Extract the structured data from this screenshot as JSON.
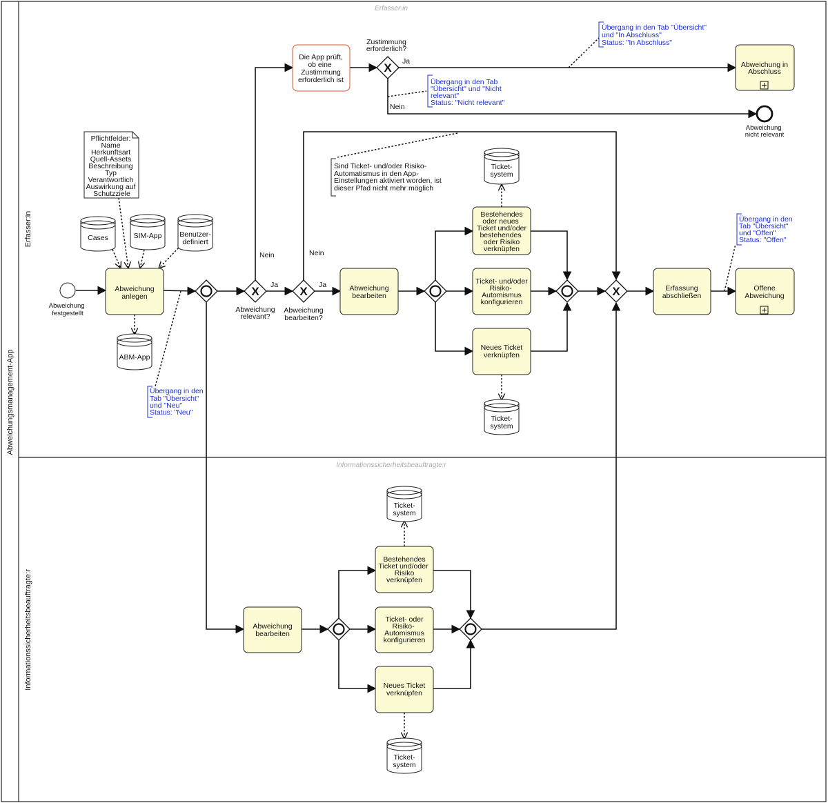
{
  "pool": {
    "label": "Abweichungsmanagement-App"
  },
  "lanes": {
    "top": {
      "title": "Erfasser:in",
      "side_label": "Erfasser:in"
    },
    "bottom": {
      "title": "Informationssicherheitsbeauftragte:r",
      "side_label": "Informationssicherheitsbeauftragte:r"
    }
  },
  "events": {
    "start": [
      "Abweichung",
      "festgestellt"
    ],
    "end": [
      "Abweichung",
      "nicht relevant"
    ]
  },
  "tasks": {
    "anlegen": [
      "Abweichung",
      "anlegen"
    ],
    "app_prueft": [
      "Die App prüft,",
      "ob eine",
      "Zustimmung",
      "erforderlich ist"
    ],
    "bearbeiten_top": [
      "Abweichung",
      "bearbeiten"
    ],
    "bestehendes_top": [
      "Bestehendes",
      "oder neues",
      "Ticket und/oder",
      "bestehendes",
      "oder Risiko",
      "verknüpfen"
    ],
    "konfig_top": [
      "Ticket- und/oder",
      "Risiko-",
      "Automismus",
      "konfigurieren"
    ],
    "neues_top": [
      "Neues Ticket",
      "verknüpfen"
    ],
    "abschliessen": [
      "Erfassung",
      "abschließen"
    ],
    "in_abschluss": [
      "Abweichung in",
      "Abschluss"
    ],
    "offene": [
      "Offene",
      "Abweichung"
    ],
    "bearbeiten_bot": [
      "Abweichung",
      "bearbeiten"
    ],
    "bestehendes_bot": [
      "Bestehendes",
      "Ticket und/oder",
      "Risiko",
      "verknüpfen"
    ],
    "konfig_bot": [
      "Ticket- oder",
      "Risiko-",
      "Automismus",
      "konfigurieren"
    ],
    "neues_bot": [
      "Neues Ticket",
      "verknüpfen"
    ]
  },
  "data_stores": {
    "cases": [
      "Cases"
    ],
    "sim_app": [
      "SIM-App"
    ],
    "benutzer": [
      "Benutzer-",
      "definiert"
    ],
    "abm_app": [
      "ABM-App"
    ],
    "ticket_top_upper": [
      "Ticket-",
      "system"
    ],
    "ticket_top_lower": [
      "Ticket-",
      "system"
    ],
    "ticket_bot_upper": [
      "Ticket-",
      "system"
    ],
    "ticket_bot_lower": [
      "Ticket-",
      "system"
    ]
  },
  "pflichtfelder": [
    "Pflichtfelder:",
    "Name",
    "Herkunftsart",
    "Quell-Assets",
    "Beschreibung",
    "Typ",
    "Verantwortlich",
    "Auswirkung auf",
    "Schutzziele"
  ],
  "gateway_labels": {
    "relevant": [
      "Abweichung",
      "relevant?"
    ],
    "bearbeiten": [
      "Abweichung",
      "bearbeiten?"
    ],
    "zustimmung": [
      "Zustimmung",
      "erforderlich?"
    ]
  },
  "flow_labels": {
    "ja1": "Ja",
    "nein1": "Nein",
    "ja2": "Ja",
    "nein2": "Nein",
    "ja3": "Ja",
    "nein3": "Nein"
  },
  "annotations": {
    "neu": [
      "Übergang in den",
      "Tab \"Übersicht\"",
      "und \"Neu\"",
      "Status: \"Neu\""
    ],
    "in_abschluss": [
      "Übergang in den Tab \"Übersicht\"",
      "und \"In Abschluss\"",
      "Status: \"In Abschluss\""
    ],
    "nicht_relevant": [
      "Übergang in den Tab",
      "\"Übersicht\" und \"Nicht",
      "relevant\"",
      "Status: \"Nicht relevant\""
    ],
    "offen": [
      "Übergang in den",
      "Tab \"Übersicht\"",
      "und \"Offen\"",
      "Status: \"Offen\""
    ],
    "automatismus": [
      "Sind Ticket- und/oder Risiko-",
      "Automatismus in den App-",
      "Einstellungen aktiviert worden, ist",
      "dieser Pfad nicht mehr möglich"
    ]
  },
  "colors": {
    "task_fill": "#fcfbd3",
    "annotation_blue": "#1a2fd6",
    "check_task_border": "#e0502c"
  }
}
